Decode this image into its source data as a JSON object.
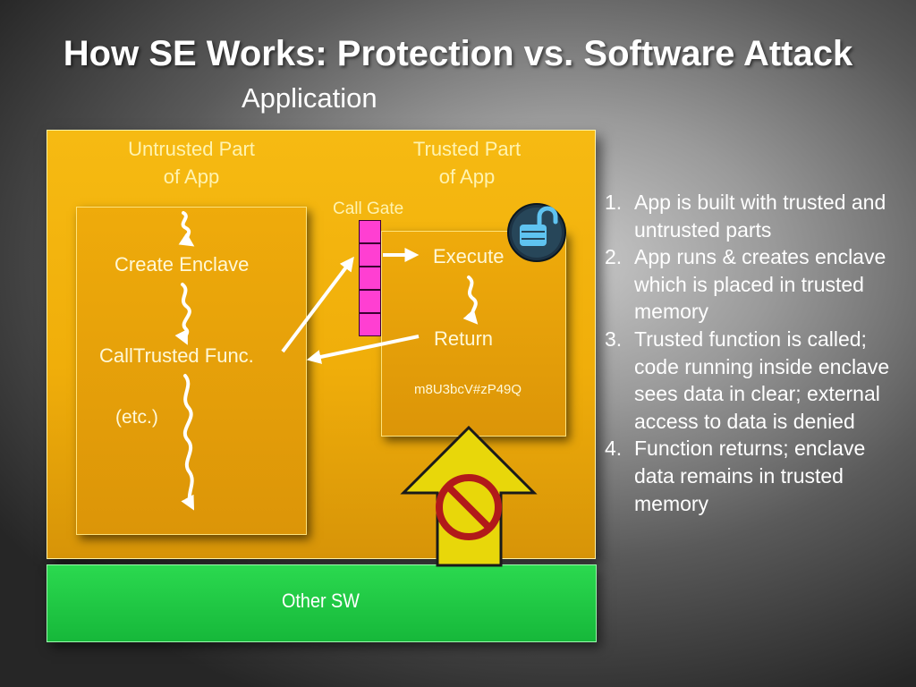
{
  "slide": {
    "title": "How SE Works:  Protection vs. Software Attack",
    "application_label": "Application"
  },
  "untrusted": {
    "header_line1": "Untrusted Part",
    "header_line2": "of App",
    "create_enclave": "Create Enclave",
    "call_trusted": "CallTrusted Func.",
    "etc": "(etc.)"
  },
  "trusted": {
    "header_line1": "Trusted Part",
    "header_line2": "of App",
    "execute": "Execute",
    "return": "Return",
    "secret_data": "m8U3bcV#zP49Q"
  },
  "call_gate": {
    "label": "Call Gate"
  },
  "other_sw": {
    "label": "Other SW"
  },
  "steps": [
    {
      "num": "1.",
      "text": "App is built with trusted and untrusted parts"
    },
    {
      "num": "2.",
      "text": "App runs & creates enclave which is placed in trusted memory"
    },
    {
      "num": "3.",
      "text": "Trusted function is called; code running inside enclave sees data in clear; external access to data is denied"
    },
    {
      "num": "4.",
      "text": "Function returns; enclave data remains in trusted memory"
    }
  ],
  "colors": {
    "app_box": "#f0ae0a",
    "gate": "#ff3fd2",
    "other_sw": "#1fc843",
    "block_arrow": "#e8d70a",
    "prohibited": "#b11a1a",
    "lock_badge": "#1d3344"
  },
  "icons": [
    "unlocked-padlock-icon",
    "prohibited-icon",
    "squiggle-arrow-icon",
    "straight-arrow-icon"
  ]
}
